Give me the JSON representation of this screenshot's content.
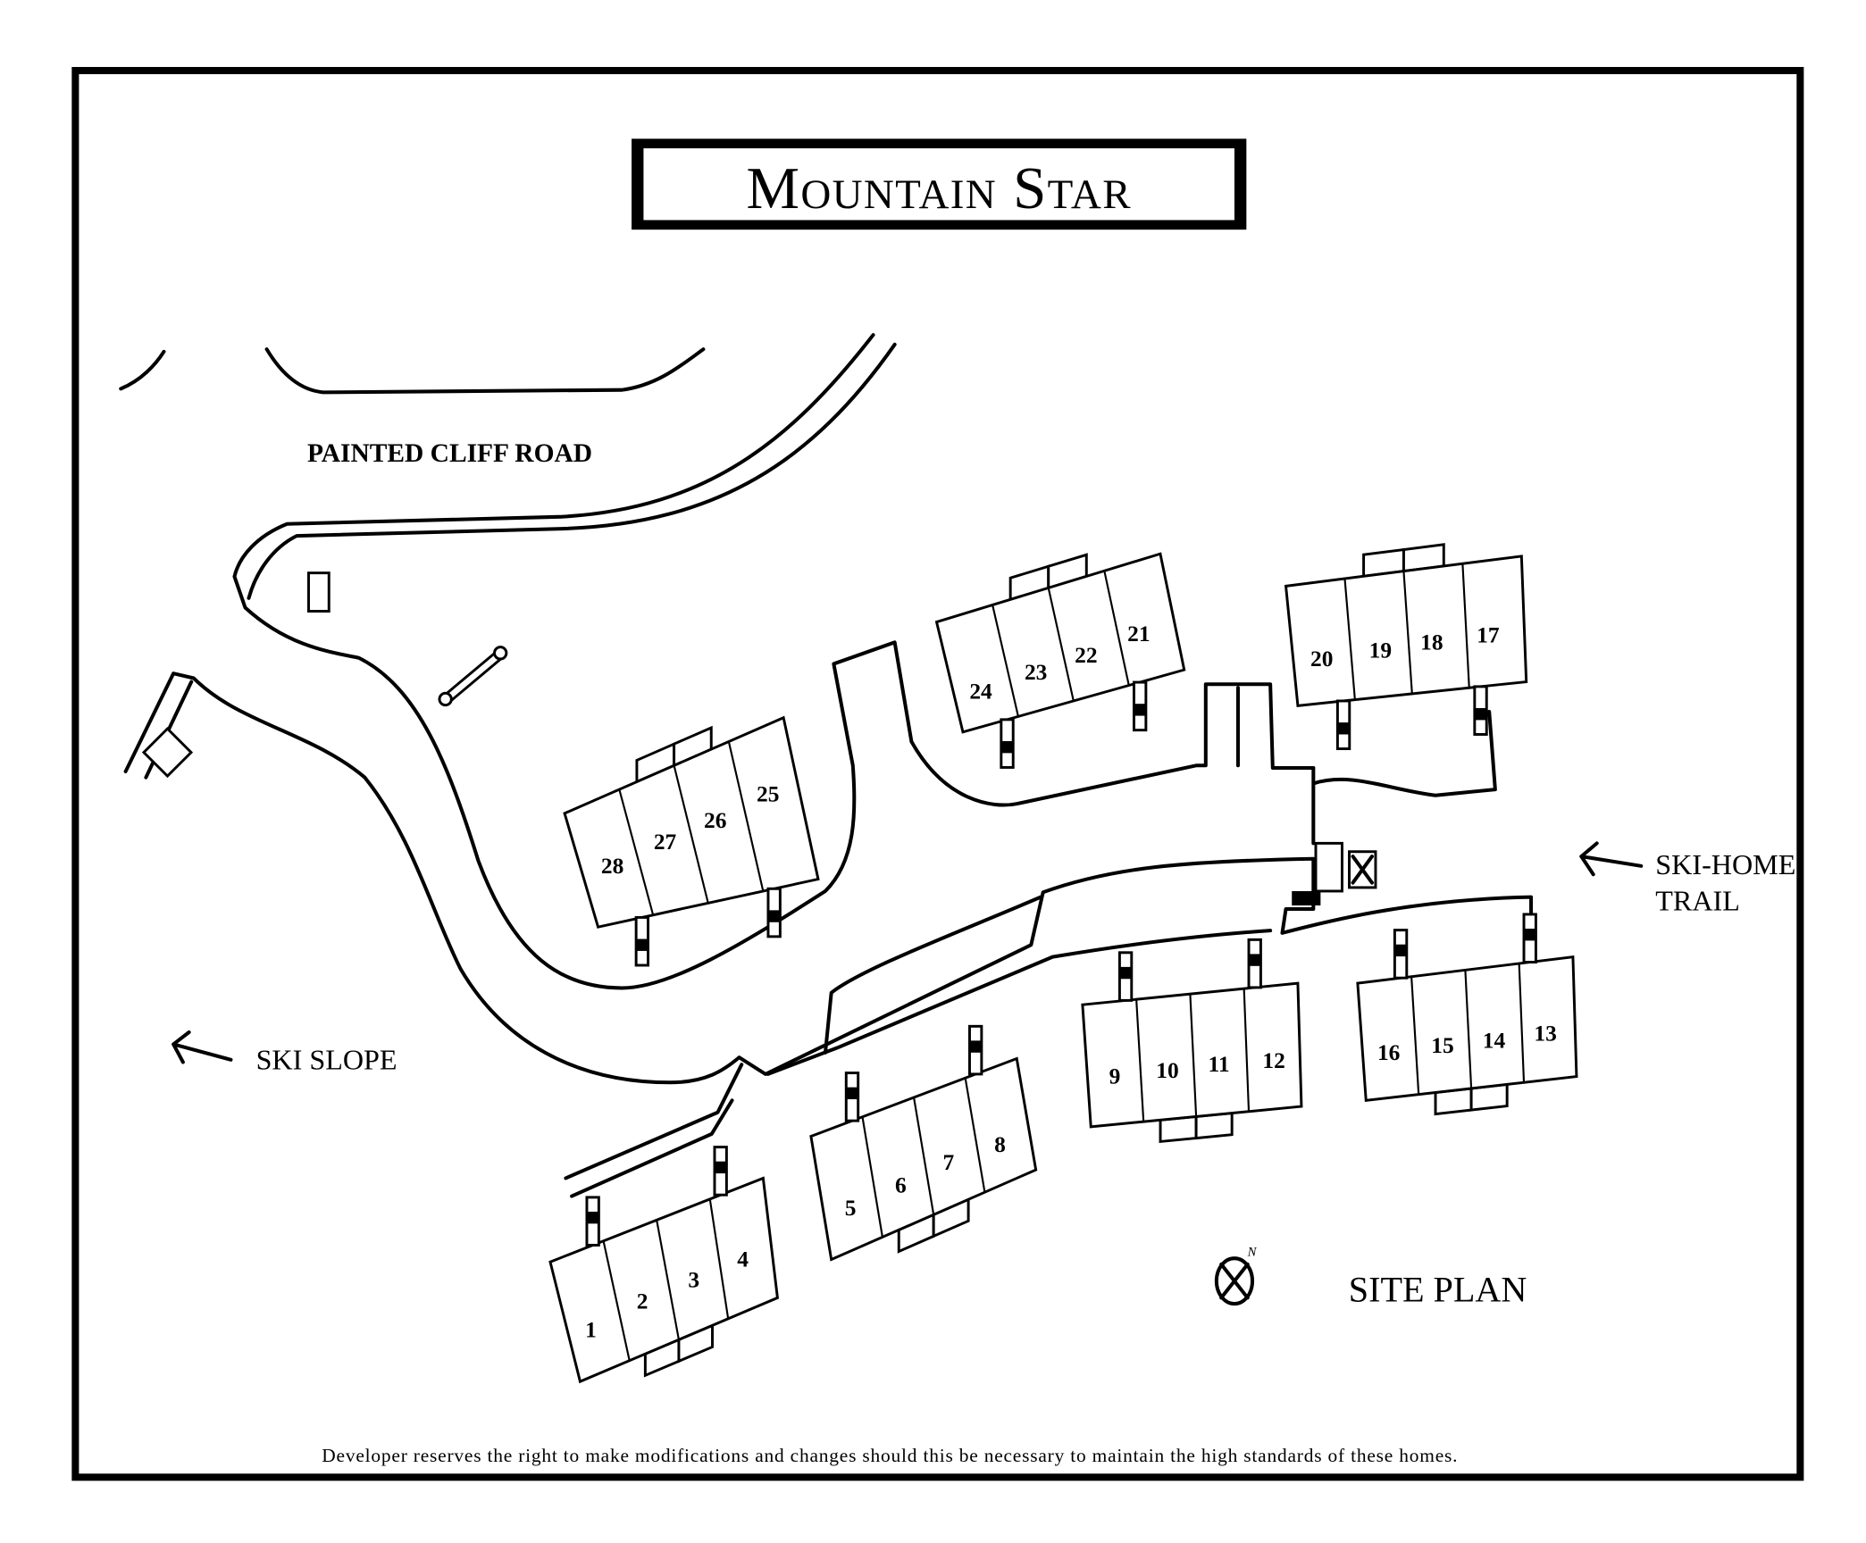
{
  "title": "Mountain Star",
  "road_label": "PAINTED CLIFF ROAD",
  "ski_slope_label": "SKI SLOPE",
  "ski_home_trail_label": [
    "SKI-HOME",
    "TRAIL"
  ],
  "site_plan_label": "SITE PLAN",
  "north_label": "N",
  "disclaimer": "Developer reserves the right to make modifications and changes should this be necessary to maintain the high standards of these homes.",
  "buildings": [
    {
      "units": [
        "1",
        "2",
        "3",
        "4"
      ]
    },
    {
      "units": [
        "5",
        "6",
        "7",
        "8"
      ]
    },
    {
      "units": [
        "9",
        "10",
        "11",
        "12"
      ]
    },
    {
      "units": [
        "13",
        "14",
        "15",
        "16"
      ]
    },
    {
      "units": [
        "17",
        "18",
        "19",
        "20"
      ]
    },
    {
      "units": [
        "21",
        "22",
        "23",
        "24"
      ]
    },
    {
      "units": [
        "25",
        "26",
        "27",
        "28"
      ]
    }
  ],
  "colors": {
    "ink": "#000000",
    "paper": "#ffffff"
  }
}
